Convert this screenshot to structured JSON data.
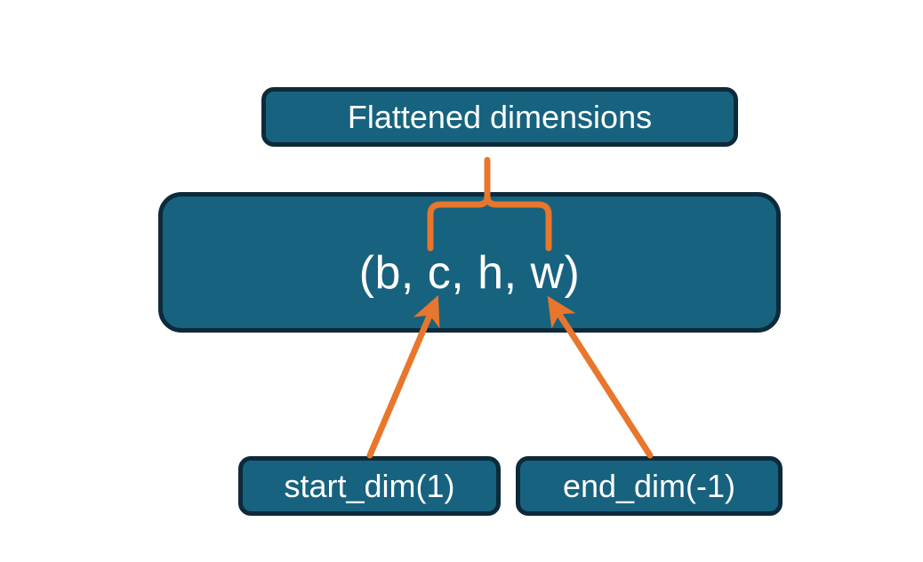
{
  "diagram": {
    "title_node": {
      "label": "Flattened dimensions",
      "name": "flattened-dimensions-box"
    },
    "shape_node": {
      "label": "(b, c, h, w)",
      "name": "tensor-shape-box",
      "dims": [
        "b",
        "c",
        "h",
        "w"
      ]
    },
    "argument_nodes": [
      {
        "label": "start_dim(1)",
        "name": "start-dim-box",
        "value": "1"
      },
      {
        "label": "end_dim(-1)",
        "name": "end-dim-box",
        "value": "-1"
      }
    ],
    "connectors": [
      {
        "name": "flatten-range-brace",
        "kind": "curly-brace-up",
        "from": "tensor-shape-box",
        "to": "flattened-dimensions-box"
      },
      {
        "name": "start-dim-arrow",
        "kind": "arrow",
        "from": "start-dim-box",
        "to": "tensor-shape-box"
      },
      {
        "name": "end-dim-arrow",
        "kind": "arrow",
        "from": "end-dim-box",
        "to": "tensor-shape-box"
      }
    ],
    "colors": {
      "node_fill": "#17627f",
      "node_border": "#0d2a3a",
      "node_text": "#ffffff",
      "connector": "#e8762c",
      "background": "#ffffff"
    }
  }
}
